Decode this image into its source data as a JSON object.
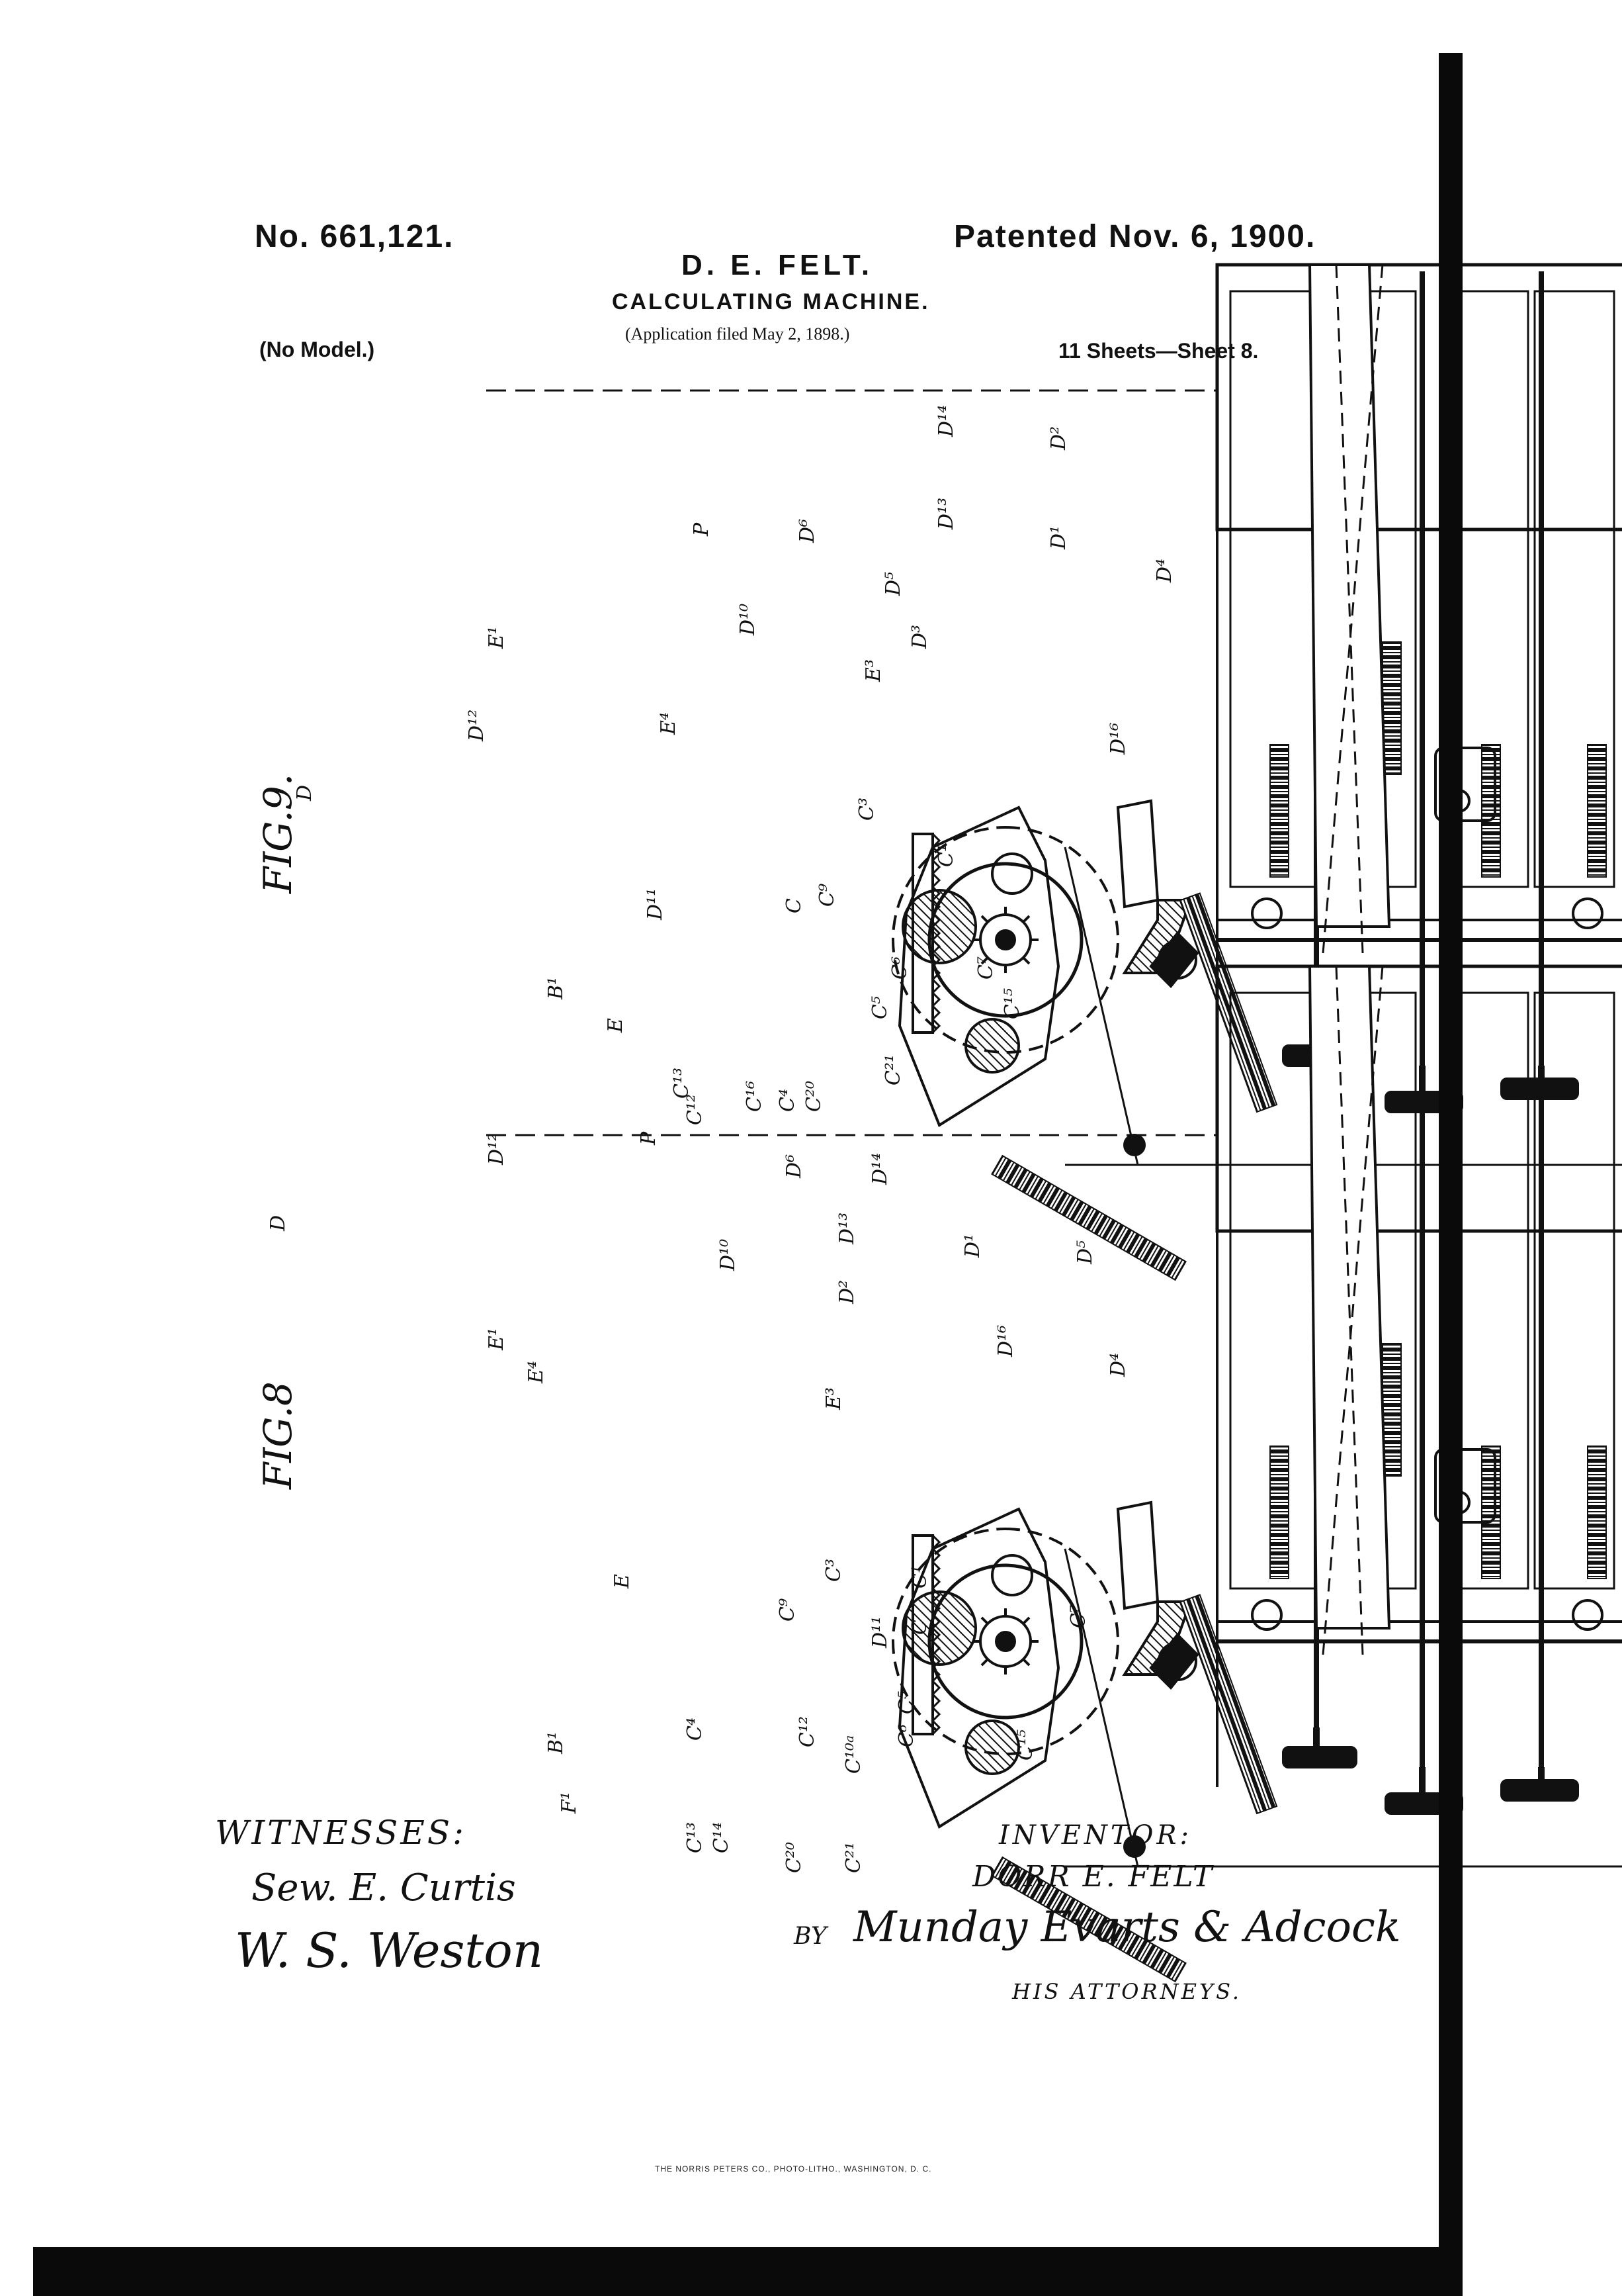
{
  "header": {
    "patent_number": "No. 661,121.",
    "patent_date": "Patented Nov. 6, 1900.",
    "inventor": "D. E. FELT.",
    "title": "CALCULATING MACHINE.",
    "application": "(Application filed May 2, 1898.)",
    "model": "(No Model.)",
    "sheets": "11 Sheets—Sheet 8."
  },
  "figures": {
    "fig9": "FIG.9.",
    "fig8": "FIG.8"
  },
  "labels_fig9": [
    "D¹⁴",
    "D²",
    "D¹³",
    "D¹",
    "D⁴",
    "D⁶",
    "D⁵",
    "D³",
    "D¹⁰",
    "E¹",
    "E³",
    "D¹⁶",
    "D¹²",
    "D",
    "P",
    "E⁴",
    "C³",
    "C¹",
    "C",
    "C⁹",
    "D¹¹",
    "C⁷",
    "C⁶",
    "C⁵",
    "C¹⁵",
    "B¹",
    "E",
    "C¹³",
    "C¹²",
    "C¹⁶",
    "C⁴",
    "C²⁰",
    "C²¹"
  ],
  "labels_fig8": [
    "D¹²",
    "P",
    "D⁶",
    "D¹⁴",
    "D¹⁰",
    "D¹³",
    "D²",
    "D¹",
    "D⁵",
    "D",
    "E¹",
    "E³",
    "E⁴",
    "D¹⁶",
    "D⁴",
    "E",
    "C³",
    "C¹",
    "C",
    "C⁹",
    "D¹¹",
    "C⁷",
    "C⁵",
    "C⁶",
    "C¹⁵",
    "B¹",
    "F¹",
    "C⁴",
    "C¹²",
    "C¹⁰ᵃ",
    "C¹³",
    "C¹⁴",
    "C²⁰",
    "C²¹"
  ],
  "signatures": {
    "witnesses_label": "WITNESSES:",
    "witness_1": "Sew. E. Curtis",
    "witness_2": "W. S. Weston",
    "inventor_label": "INVENTOR:",
    "inventor_name": "DORR E. FELT",
    "by": "BY",
    "attorneys_names": "Munday Evarts & Adcock",
    "attorneys_label": "HIS ATTORNEYS."
  },
  "footer": {
    "printer": "THE NORRIS PETERS CO., PHOTO-LITHO., WASHINGTON, D. C."
  },
  "colors": {
    "ink": "#111111",
    "paper": "#ffffff"
  }
}
